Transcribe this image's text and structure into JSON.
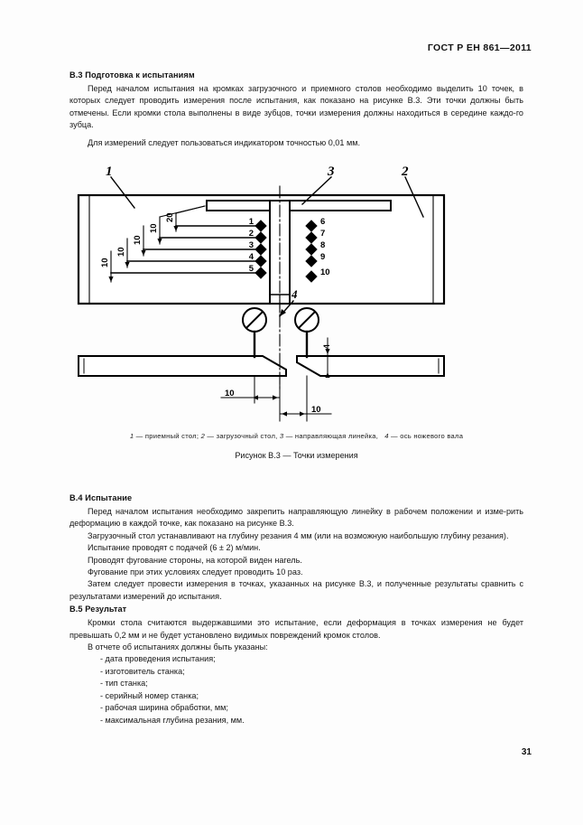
{
  "document": {
    "standard_header": "ГОСТ Р ЕН 861—2011",
    "page_number": "31"
  },
  "sections": {
    "b3": {
      "heading": "В.3 Подготовка к испытаниям",
      "para1": "Перед началом испытания на кромках загрузочного и приемного столов необходимо выделить 10 точек, в которых следует проводить измерения после испытания, как показано на рисунке В.3. Эти точки должны быть отмечены. Если  кромки стола выполнены в виде зубцов, точки измерения должны находиться в середине каждо-го зубца.",
      "para2": "Для измерений следует пользоваться индикатором  точностью 0,01 мм."
    },
    "b4": {
      "heading": "В.4 Испытание",
      "para1": "Перед началом испытания необходимо закрепить направляющую линейку в рабочем положении и изме-рить деформацию в каждой точке, как показано на рисунке В.3.",
      "para2": "Загрузочный стол устанавливают на глубину резания 4 мм (или на возможную наибольшую глубину резания).",
      "para3": "Испытание проводят с подачей (6 ± 2) м/мин.",
      "para4": "Проводят фугование стороны, на которой виден нагель.",
      "para5": "Фугование при этих условиях следует проводить 10 раз.",
      "para6": "Затем следует провести измерения в точках, указанных на рисунке В.3, и полученные результаты сравнить с результатами измерений до испытания."
    },
    "b5": {
      "heading": "В.5 Результат",
      "para1": "Кромки стола считаются выдержавшими это испытание, если деформация в точках измерения не будет превышать 0,2 мм и не будет установлено видимых повреждений кромок столов.",
      "para2": "В отчете об испытаниях должны быть указаны:",
      "report_items": [
        "- дата проведения испытания;",
        "- изготовитель станка;",
        "- тип станка;",
        "- серийный номер станка;",
        "- рабочая ширина обработки, мм;",
        "- максимальная глубина резания, мм."
      ]
    }
  },
  "figure": {
    "caption": "Рисунок В.3 — Точки измерения",
    "legend_items": [
      {
        "num": "1",
        "text": "приемный стол;"
      },
      {
        "num": "2",
        "text": "загрузочный стол,"
      },
      {
        "num": "3",
        "text": "направляющая линейка,"
      },
      {
        "num": "4",
        "text": "ось ножевого вала"
      }
    ],
    "callouts": {
      "receiving_table": "1",
      "loading_table": "2",
      "guide_ruler": "3",
      "knife_shaft_axis": "4"
    },
    "measurement_points_left": [
      "1",
      "2",
      "3",
      "4",
      "5"
    ],
    "measurement_points_right": [
      "6",
      "7",
      "8",
      "9",
      "10"
    ],
    "spacing_dimensions_top": [
      "10",
      "10",
      "10",
      "10",
      "20"
    ],
    "side_view_dimensions": [
      "10",
      "10"
    ],
    "side_view_depth_label": "4"
  },
  "colors": {
    "page_background": "#fdfdfd",
    "text": "#161616",
    "line": "#000000"
  }
}
